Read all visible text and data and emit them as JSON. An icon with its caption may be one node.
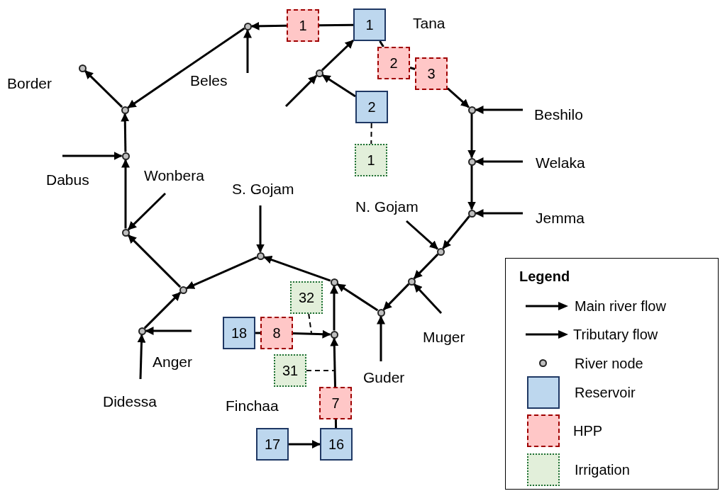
{
  "diagram": {
    "nodes": [
      {
        "text": [
          "1"
        ]
      },
      {
        "text": [
          "1"
        ]
      },
      {
        "text": [],
        "shape": "circle"
      },
      {
        "text": [
          "2"
        ]
      },
      {
        "text": [
          "3"
        ]
      },
      {
        "text": [],
        "shape": "circle"
      },
      {
        "text": [],
        "shape": "circle"
      },
      {
        "text": [
          "2"
        ]
      },
      {
        "text": [],
        "shape": "circle"
      },
      {
        "text": [],
        "shape": "circle"
      },
      {
        "text": [
          "1"
        ]
      },
      {
        "text": [],
        "shape": "circle"
      },
      {
        "text": [],
        "shape": "circle"
      },
      {
        "text": [],
        "shape": "circle"
      },
      {
        "text": [],
        "shape": "circle"
      },
      {
        "text": [],
        "shape": "circle"
      },
      {
        "text": [],
        "shape": "circle"
      },
      {
        "text": [],
        "shape": "circle"
      },
      {
        "text": [],
        "shape": "circle"
      },
      {
        "text": [
          "32"
        ]
      },
      {
        "text": [],
        "shape": "circle"
      },
      {
        "text": [],
        "shape": "circle"
      },
      {
        "text": [],
        "shape": "circle"
      },
      {
        "text": [
          "18"
        ]
      },
      {
        "text": [
          "8"
        ]
      },
      {
        "text": [],
        "shape": "circle"
      },
      {
        "text": [
          "31"
        ]
      },
      {
        "text": [
          "7"
        ]
      },
      {
        "text": [
          "17"
        ]
      },
      {
        "text": [
          "16"
        ]
      }
    ],
    "edges": [
      {
        "from": 1,
        "to": 0,
        "arrow": "none"
      },
      {
        "from": 0,
        "to": 2,
        "arrow": "to"
      },
      {
        "from": null,
        "to": 2,
        "arrow": "to"
      },
      {
        "from": 2,
        "to": 8,
        "arrow": "to"
      },
      {
        "from": 8,
        "to": 5,
        "arrow": "to"
      },
      {
        "from": 11,
        "to": 8,
        "arrow": "to"
      },
      {
        "from": null,
        "to": 11,
        "arrow": "to"
      },
      {
        "from": 14,
        "to": 11,
        "arrow": "to"
      },
      {
        "from": null,
        "to": 14,
        "arrow": "to"
      },
      {
        "from": 20,
        "to": 14,
        "arrow": "to"
      },
      {
        "from": 16,
        "to": 20,
        "arrow": "to"
      },
      {
        "from": null,
        "to": 16,
        "arrow": "to"
      },
      {
        "from": 17,
        "to": 16,
        "arrow": "to"
      },
      {
        "from": 25,
        "to": 17,
        "arrow": "to"
      },
      {
        "from": 24,
        "to": 25,
        "arrow": "to"
      },
      {
        "from": 23,
        "to": 24,
        "arrow": "none"
      },
      {
        "from": 19,
        "to": null,
        "arrow": "none",
        "style": "dashed"
      },
      {
        "from": 26,
        "to": null,
        "arrow": "none",
        "style": "dashed"
      },
      {
        "from": 27,
        "to": 25,
        "arrow": "to"
      },
      {
        "from": 29,
        "to": 27,
        "arrow": "none"
      },
      {
        "from": 28,
        "to": 29,
        "arrow": "to"
      },
      {
        "from": 21,
        "to": 17,
        "arrow": "to"
      },
      {
        "from": null,
        "to": 21,
        "arrow": "to"
      },
      {
        "from": 18,
        "to": 21,
        "arrow": "to"
      },
      {
        "from": null,
        "to": 18,
        "arrow": "to"
      },
      {
        "from": 15,
        "to": 18,
        "arrow": "to"
      },
      {
        "from": null,
        "to": 15,
        "arrow": "to"
      },
      {
        "from": 13,
        "to": 15,
        "arrow": "to"
      },
      {
        "from": null,
        "to": 13,
        "arrow": "to"
      },
      {
        "from": 12,
        "to": 13,
        "arrow": "to"
      },
      {
        "from": null,
        "to": 12,
        "arrow": "to"
      },
      {
        "from": 9,
        "to": 12,
        "arrow": "to"
      },
      {
        "from": null,
        "to": 9,
        "arrow": "to"
      },
      {
        "from": 4,
        "to": 9,
        "arrow": "to"
      },
      {
        "from": 3,
        "to": 4,
        "arrow": "none"
      },
      {
        "from": 1,
        "to": 3,
        "arrow": "none"
      },
      {
        "from": 6,
        "to": 1,
        "arrow": "to"
      },
      {
        "from": null,
        "to": 6,
        "arrow": "to"
      },
      {
        "from": 7,
        "to": 6,
        "arrow": "to"
      },
      {
        "from": 7,
        "to": 10,
        "arrow": "none",
        "style": "dashed"
      },
      {
        "from": 22,
        "to": 20,
        "arrow": "to"
      },
      {
        "from": null,
        "to": 22,
        "arrow": "to"
      },
      {
        "from": null,
        "to": 22,
        "arrow": "to"
      }
    ],
    "labels": [
      "Tana",
      "Beles",
      "Border",
      "Beshilo",
      "Welaka",
      "Wonbera",
      "Dabus",
      "S. Gojam",
      "N. Gojam",
      "Jemma",
      "Legend",
      "Muger",
      "Anger",
      "Guder",
      "Didessa",
      "Finchaa"
    ],
    "legend": [
      {
        "text": "Main river flow"
      },
      {
        "text": "Tributary flow"
      },
      {
        "text": "River node"
      },
      {
        "text": "Reservoir",
        "color": "#bdd7ee"
      },
      {
        "text": "HPP",
        "color": "#ffc7c7"
      },
      {
        "text": "Irrigation",
        "color": "#e2efda"
      }
    ]
  }
}
